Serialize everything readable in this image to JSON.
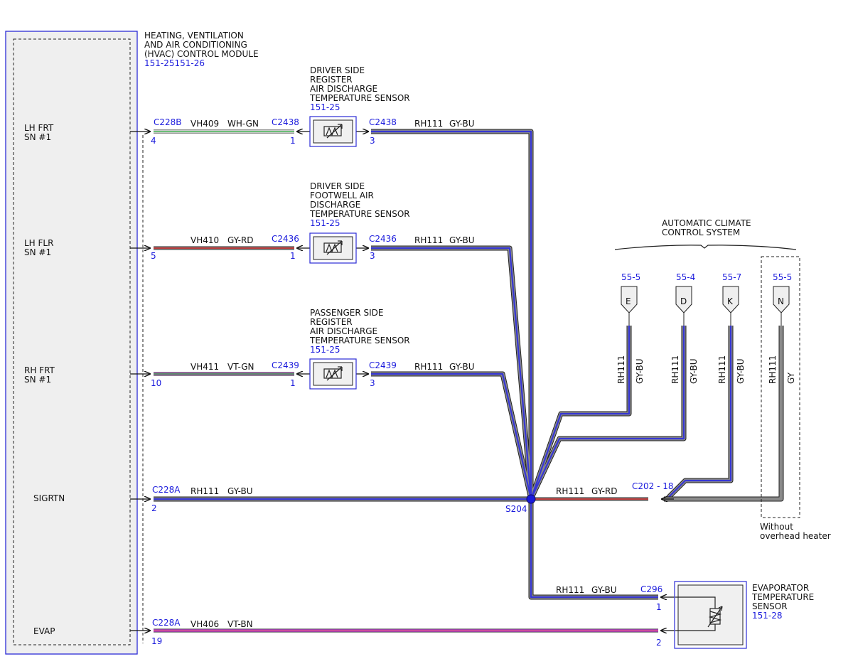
{
  "module": {
    "title_lines": [
      "HEATING, VENTILATION",
      "AND AIR CONDITIONING",
      "(HVAC) CONTROL MODULE"
    ],
    "ref": "151-25151-26",
    "pins": [
      {
        "lines": [
          "LH FRT",
          "SN #1"
        ]
      },
      {
        "lines": [
          "LH FLR",
          "SN #1"
        ]
      },
      {
        "lines": [
          "RH FRT",
          "SN #1"
        ]
      },
      {
        "lines": [
          "SIGRTN"
        ]
      },
      {
        "lines": [
          "EVAP"
        ]
      }
    ]
  },
  "rows": [
    {
      "left_conn": "C228B",
      "left_pin": "4",
      "circuit": "VH409",
      "color": "WH-GN",
      "sensor_conn": "C2438",
      "in_pin": "1",
      "out_conn": "C2438",
      "out_pin": "3",
      "out_circuit": "RH111",
      "out_color": "GY-BU"
    },
    {
      "left_conn": "",
      "left_pin": "5",
      "circuit": "VH410",
      "color": "GY-RD",
      "sensor_conn": "C2436",
      "in_pin": "1",
      "out_conn": "C2436",
      "out_pin": "3",
      "out_circuit": "RH111",
      "out_color": "GY-BU"
    },
    {
      "left_conn": "",
      "left_pin": "10",
      "circuit": "VH411",
      "color": "VT-GN",
      "sensor_conn": "C2439",
      "in_pin": "1",
      "out_conn": "C2439",
      "out_pin": "3",
      "out_circuit": "RH111",
      "out_color": "GY-BU"
    },
    {
      "left_conn": "C228A",
      "left_pin": "2",
      "circuit": "RH111",
      "color": "GY-BU"
    },
    {
      "left_conn": "C228A",
      "left_pin": "19",
      "circuit": "VH406",
      "color": "VT-BN"
    }
  ],
  "sensors": [
    {
      "lines": [
        "DRIVER SIDE",
        "REGISTER",
        "AIR DISCHARGE",
        "TEMPERATURE SENSOR"
      ],
      "ref": "151-25"
    },
    {
      "lines": [
        "DRIVER SIDE",
        "FOOTWELL AIR",
        "DISCHARGE",
        "TEMPERATURE SENSOR"
      ],
      "ref": "151-25"
    },
    {
      "lines": [
        "PASSENGER SIDE",
        "REGISTER",
        "AIR DISCHARGE",
        "TEMPERATURE SENSOR"
      ],
      "ref": "151-25"
    }
  ],
  "splice": {
    "name": "S204",
    "circuit": "RH111",
    "color": "GY-RD",
    "conn": "C202 - 18"
  },
  "climate": {
    "title_lines": [
      "AUTOMATIC CLIMATE",
      "CONTROL SYSTEM"
    ],
    "terminals": [
      {
        "ref": "55-5",
        "letter": "E",
        "circuit": "RH111",
        "color": "GY-BU"
      },
      {
        "ref": "55-4",
        "letter": "D",
        "circuit": "RH111",
        "color": "GY-BU"
      },
      {
        "ref": "55-7",
        "letter": "K",
        "circuit": "RH111",
        "color": "GY-BU"
      },
      {
        "ref": "55-5",
        "letter": "N",
        "circuit": "RH111",
        "color": "GY"
      }
    ],
    "option_note": [
      "Without",
      "overhead heater"
    ]
  },
  "evap_wire": {
    "circuit": "RH111",
    "color": "GY-BU",
    "conn": "C296",
    "pin": "1"
  },
  "evap_sensor": {
    "lines": [
      "EVAPORATOR",
      "TEMPERATURE",
      "SENSOR"
    ],
    "ref": "151-28",
    "pin": "2"
  },
  "colors": {
    "outline": "#2b2bd6",
    "gray": "#7a7a7a",
    "blue": "#3636d4",
    "green": "#3aa84a",
    "red": "#cc2222",
    "violet": "#c04ad0"
  }
}
